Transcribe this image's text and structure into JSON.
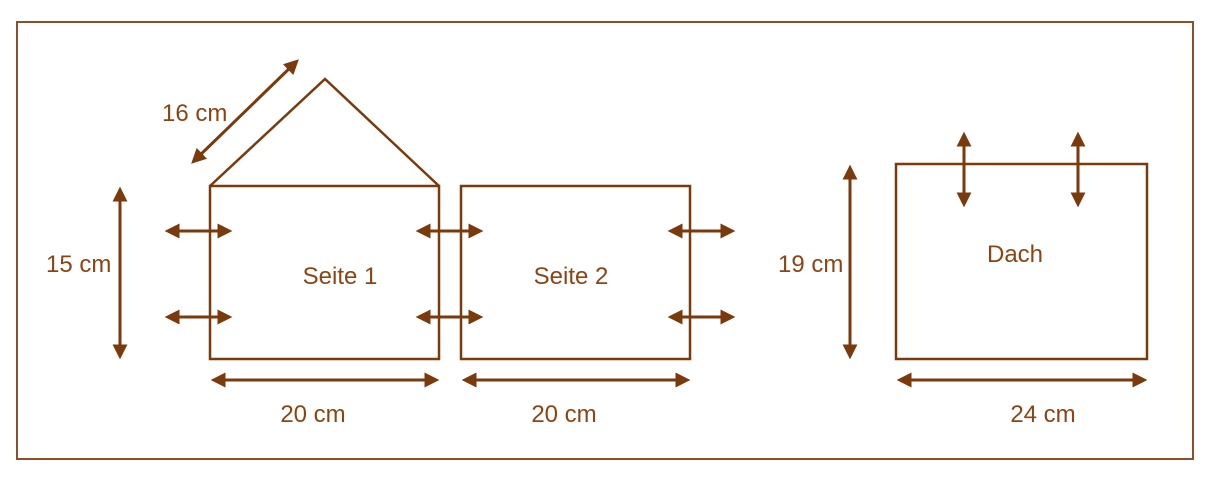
{
  "panels": {
    "seite1": {
      "label": "Seite 1",
      "width_label": "20 cm",
      "height_label": "15 cm",
      "roof_label": "16 cm"
    },
    "seite2": {
      "label": "Seite 2",
      "width_label": "20 cm"
    },
    "dach": {
      "label": "Dach",
      "width_label": "24 cm",
      "height_label": "19 cm"
    }
  },
  "colors": {
    "line": "#7a3a0c",
    "text": "#8b4513",
    "frame": "#8b4f2a"
  }
}
